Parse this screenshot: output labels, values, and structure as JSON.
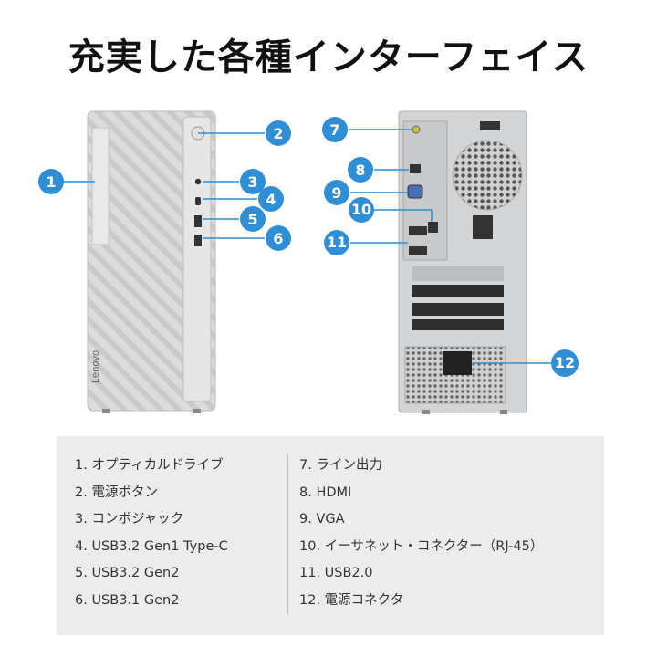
{
  "title": "充実した各種インターフェイス",
  "brand": "Lenovo",
  "colors": {
    "accent": "#2f8fd6",
    "body": "#d9dadb"
  },
  "callouts_front": [
    "1",
    "2",
    "3",
    "4",
    "5",
    "6"
  ],
  "callouts_rear": [
    "7",
    "8",
    "9",
    "10",
    "11",
    "12"
  ],
  "legend": {
    "left": [
      "1. オプティカルドライブ",
      "2. 電源ボタン",
      "3. コンボジャック",
      "4. USB3.2 Gen1 Type-C",
      "5. USB3.2 Gen2",
      "6. USB3.1 Gen2"
    ],
    "right": [
      "7. ライン出力",
      "8. HDMI",
      "9. VGA",
      "10. イーサネット・コネクター（RJ-45）",
      "11. USB2.0",
      "12. 電源コネクタ"
    ]
  }
}
